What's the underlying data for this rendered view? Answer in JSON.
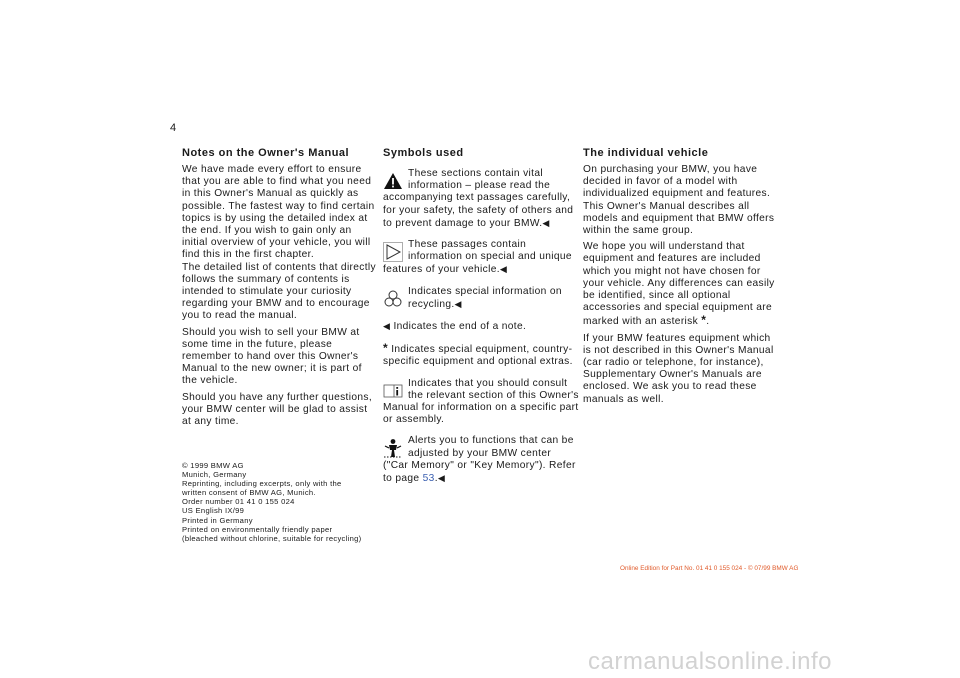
{
  "page_number": "4",
  "notes": {
    "heading": "Notes on the Owner's Manual",
    "paragraphs": [
      "We have made every effort to ensure that you are able to find what you need in this Owner's Manual as quickly as possible. The fastest way to find certain topics is by using the detailed index at the end. If you wish to gain only an initial overview of your vehicle, you will find this in the first chapter.",
      "The detailed list of contents that directly follows the summary of contents is intended to stimulate your curiosity regarding your BMW and to encourage you to read the manual.",
      "Should you wish to sell your BMW at some time in the future, please remember to hand over this Owner's Manual to the new owner; it is part of the vehicle.",
      "Should you have any further questions, your BMW center will be glad to assist at any time."
    ]
  },
  "imprint": {
    "lines": [
      "© 1999 BMW AG",
      "Munich, Germany",
      "Reprinting, including excerpts, only with the",
      "written consent of BMW AG, Munich.",
      "Order number 01 41 0 155 024",
      "US English IX/99",
      "Printed in Germany",
      "Printed on environmentally friendly paper",
      "(bleached without chlorine, suitable for recycling)"
    ]
  },
  "symbols": {
    "heading": "Symbols used",
    "warning": "These sections contain vital information – please read the accompanying text passages carefully, for your safety, the safety of others and to prevent damage to your BMW.",
    "info": "These passages contain information on special and unique features of your vehicle.",
    "recycling": "Indicates special information on recycling.",
    "end_mark": "◀",
    "end_note": "Indicates the end of a note.",
    "asterisk": "*",
    "asterisk_note": "Indicates special equipment, country-specific equipment and optional extras.",
    "manual_ref": "Indicates that you should consult the relevant section of this Owner's Manual for information on a specific part or assembly.",
    "memory_text": "Alerts you to functions that can be adjusted by your BMW center (\"Car Memory\" or \"Key Memory\"). Refer to page",
    "memory_page": "53",
    "icons": [
      "warning-triangle-icon",
      "info-triangle-icon",
      "recycling-icon",
      "manual-info-icon",
      "car-memory-icon"
    ]
  },
  "vehicle": {
    "heading": "The individual vehicle",
    "p1": "On purchasing your BMW, you have decided in favor of a model with individualized equipment and features. This Owner's Manual describes all models and equipment that BMW offers within the same group.",
    "p2": "We hope you will understand that equipment and features are included which you might not have chosen for your vehicle. Any differences can easily be identified, since all optional accessories and special equipment are marked with an asterisk",
    "p2_end": ".",
    "p3": "If your BMW features equipment which is not described in this Owner's Manual (car radio or telephone, for instance), Supplementary Owner's Manuals are enclosed. We ask you to read these manuals as well."
  },
  "footer": {
    "online_edition": "Online Edition for Part No. 01 41 0 155 024 - © 07/99 BMW AG",
    "watermark": "carmanualsonline.info",
    "online_color": "#e05a2a"
  }
}
